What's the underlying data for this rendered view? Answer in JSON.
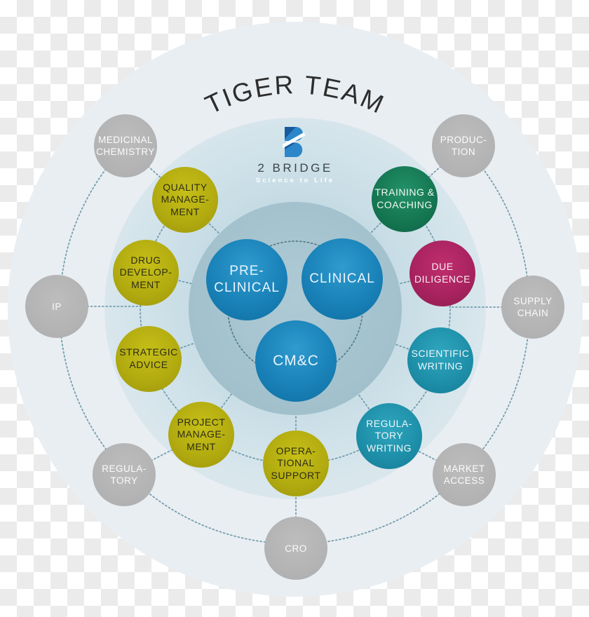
{
  "title": "TIGER TEAM",
  "brand": {
    "name": "2 BRIDGE",
    "tagline": "Science to Life",
    "logo_icon": "2bridge-b-icon",
    "logo_blue": "#2c86c9",
    "logo_dark": "#185a9b"
  },
  "core": {
    "fill": "#1b84ba",
    "text_color": "#ffffff",
    "items": [
      {
        "id": "pre-clinical",
        "label": "PRE-\nCLINICAL"
      },
      {
        "id": "clinical",
        "label": "CLINICAL"
      },
      {
        "id": "cmc",
        "label": "CM&C"
      }
    ]
  },
  "services": {
    "palette": {
      "olive": "#b3ac10",
      "green": "#157853",
      "magenta": "#a92360",
      "teal": "#1f90aa"
    },
    "items": [
      {
        "id": "quality-management",
        "label": "QUALITY\nMANAGE-\nMENT",
        "color": "olive"
      },
      {
        "id": "training-coaching",
        "label": "TRAINING &\nCOACHING",
        "color": "green"
      },
      {
        "id": "drug-development",
        "label": "DRUG\nDEVELOP-\nMENT",
        "color": "olive"
      },
      {
        "id": "due-diligence",
        "label": "DUE\nDILIGENCE",
        "color": "magenta"
      },
      {
        "id": "strategic-advice",
        "label": "STRATEGIC\nADVICE",
        "color": "olive"
      },
      {
        "id": "scientific-writing",
        "label": "SCIENTIFIC\nWRITING",
        "color": "teal"
      },
      {
        "id": "project-management",
        "label": "PROJECT\nMANAGE-\nMENT",
        "color": "olive"
      },
      {
        "id": "regulatory-writing",
        "label": "REGULA-\nTORY\nWRITING",
        "color": "teal"
      },
      {
        "id": "operational-support",
        "label": "OPERA-\nTIONAL\nSUPPORT",
        "color": "olive"
      }
    ]
  },
  "context": {
    "fill": "#b2b2b3",
    "text_color": "#ffffff",
    "items": [
      {
        "id": "medicinal-chemistry",
        "label": "MEDICINAL\nCHEMISTRY"
      },
      {
        "id": "production",
        "label": "PRODUC-\nTION"
      },
      {
        "id": "ip",
        "label": "IP"
      },
      {
        "id": "supply-chain",
        "label": "SUPPLY\nCHAIN"
      },
      {
        "id": "regulatory",
        "label": "REGULA-\nTORY"
      },
      {
        "id": "market-access",
        "label": "MARKET\nACCESS"
      },
      {
        "id": "cro",
        "label": "CRO"
      }
    ]
  },
  "background": {
    "outer_disc": "#e9eef2",
    "middle_disc": "#c3dae3",
    "inner_disc": "#a7c5d1",
    "dotted_line": "#6f9aa9",
    "checker_gray": "#ebebeb"
  }
}
